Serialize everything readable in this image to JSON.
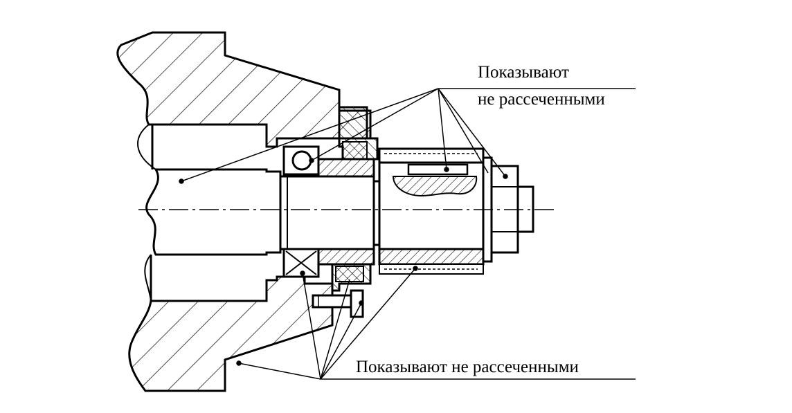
{
  "labels": {
    "top_line1": "Показывают",
    "top_line2": "не рассеченными",
    "bottom": "Показывают не рассеченными"
  },
  "colors": {
    "ink": "#000000",
    "paper": "#ffffff"
  }
}
